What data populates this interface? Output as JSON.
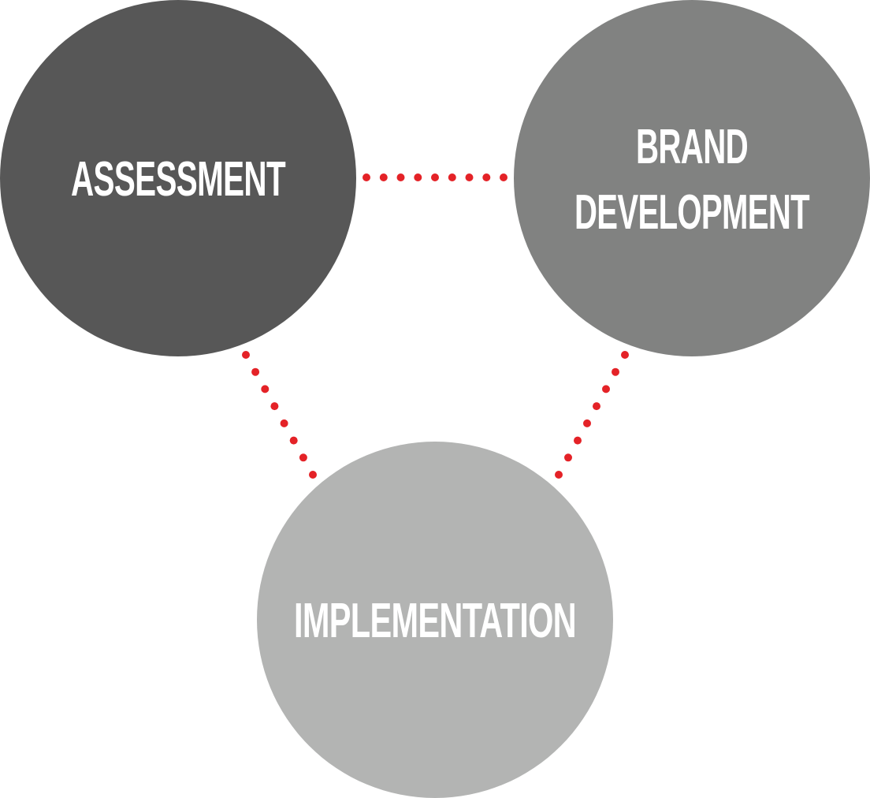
{
  "diagram": {
    "type": "cycle",
    "nodes": [
      {
        "id": "assessment",
        "label_lines": [
          "ASSESSMENT"
        ],
        "color": "#575757"
      },
      {
        "id": "brand-development",
        "label_lines": [
          "BRAND",
          "DEVELOPMENT"
        ],
        "color": "#818281"
      },
      {
        "id": "implementation",
        "label_lines": [
          "IMPLEMENTATION"
        ],
        "color": "#b3b4b3"
      }
    ],
    "connectors": [
      {
        "from": "assessment",
        "to": "brand-development",
        "style": "dotted"
      },
      {
        "from": "assessment",
        "to": "implementation",
        "style": "dotted"
      },
      {
        "from": "brand-development",
        "to": "implementation",
        "style": "dotted"
      }
    ],
    "connector_color": "#e42227",
    "text_color": "#ffffff"
  }
}
